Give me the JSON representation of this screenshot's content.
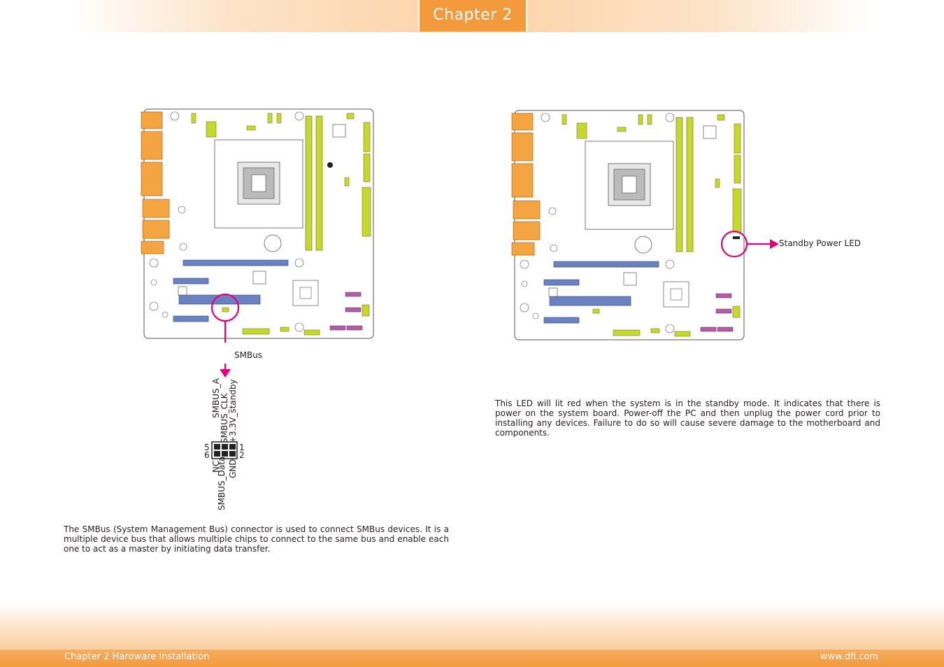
{
  "header": {
    "chapter_tab": "Chapter 2"
  },
  "footer": {
    "left": "Chapter 2 Hardware Installation",
    "right": "www.dfi.com"
  },
  "smbus": {
    "callout": "SMBus",
    "pin_labels_top": [
      "NC",
      "SMBUS_Alert#",
      "SMBUS_CLK",
      "+3.3V_standby"
    ],
    "pin_labels_bottom": [
      "SMBUS_Data",
      "GND"
    ],
    "pin_numbers": {
      "top_left": "5",
      "bottom_left": "6",
      "top_right": "1",
      "bottom_right": "2"
    },
    "description": "The SMBus (System Management Bus) connector is used to connect SMBus devices. It is a multiple device bus that allows multiple chips to connect to the same bus and enable each one to act as a master by initiating data transfer."
  },
  "standby_led": {
    "callout": "Standby Power LED",
    "description": "This LED will lit red when the system is in the standby mode. It indicates that there is power on the system board. Power-off the PC and then unplug the power cord prior to installing any devices. Failure to do so will cause severe damage to the motherboard and components."
  },
  "colors": {
    "accent_orange": "#f29a3c",
    "callout_magenta": "#e6007e",
    "slot_blue": "#6b82c0",
    "connector_green": "#c6d82e",
    "io_orange": "#f5a442",
    "sata_purple": "#b05fa6"
  }
}
